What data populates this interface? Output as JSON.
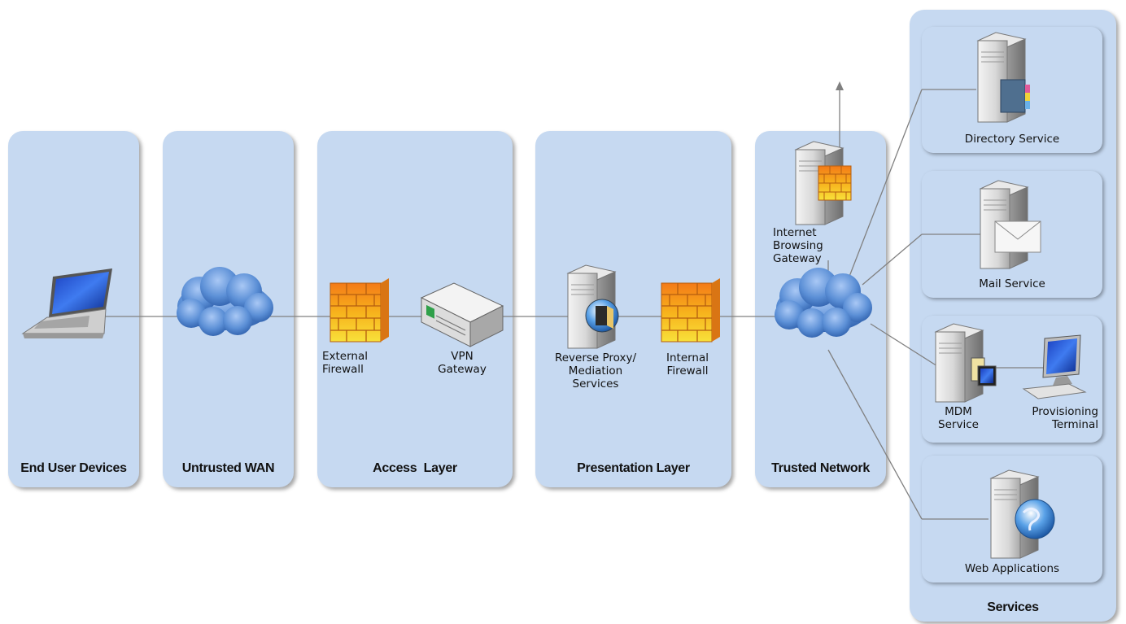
{
  "zones": {
    "end_user": "End User Devices",
    "untrusted_wan": "Untrusted WAN",
    "access": "Access  Layer",
    "presentation": "Presentation Layer",
    "trusted": "Trusted Network",
    "services": "Services"
  },
  "nodes": {
    "external_firewall": "External\nFirewall",
    "vpn_gateway": "VPN\nGateway",
    "reverse_proxy": "Reverse Proxy/\nMediation\nServices",
    "internal_firewall": "Internal\nFirewall",
    "internet_gateway": "Internet\nBrowsing\nGateway"
  },
  "services": {
    "directory": "Directory Service",
    "mail": "Mail Service",
    "mdm": "MDM\nService",
    "provisioning": "Provisioning\nTerminal",
    "web_apps": "Web Applications"
  },
  "colors": {
    "zone_fill": "#c6d9f1",
    "line": "#808080",
    "cloud": "#5b8fd6"
  }
}
